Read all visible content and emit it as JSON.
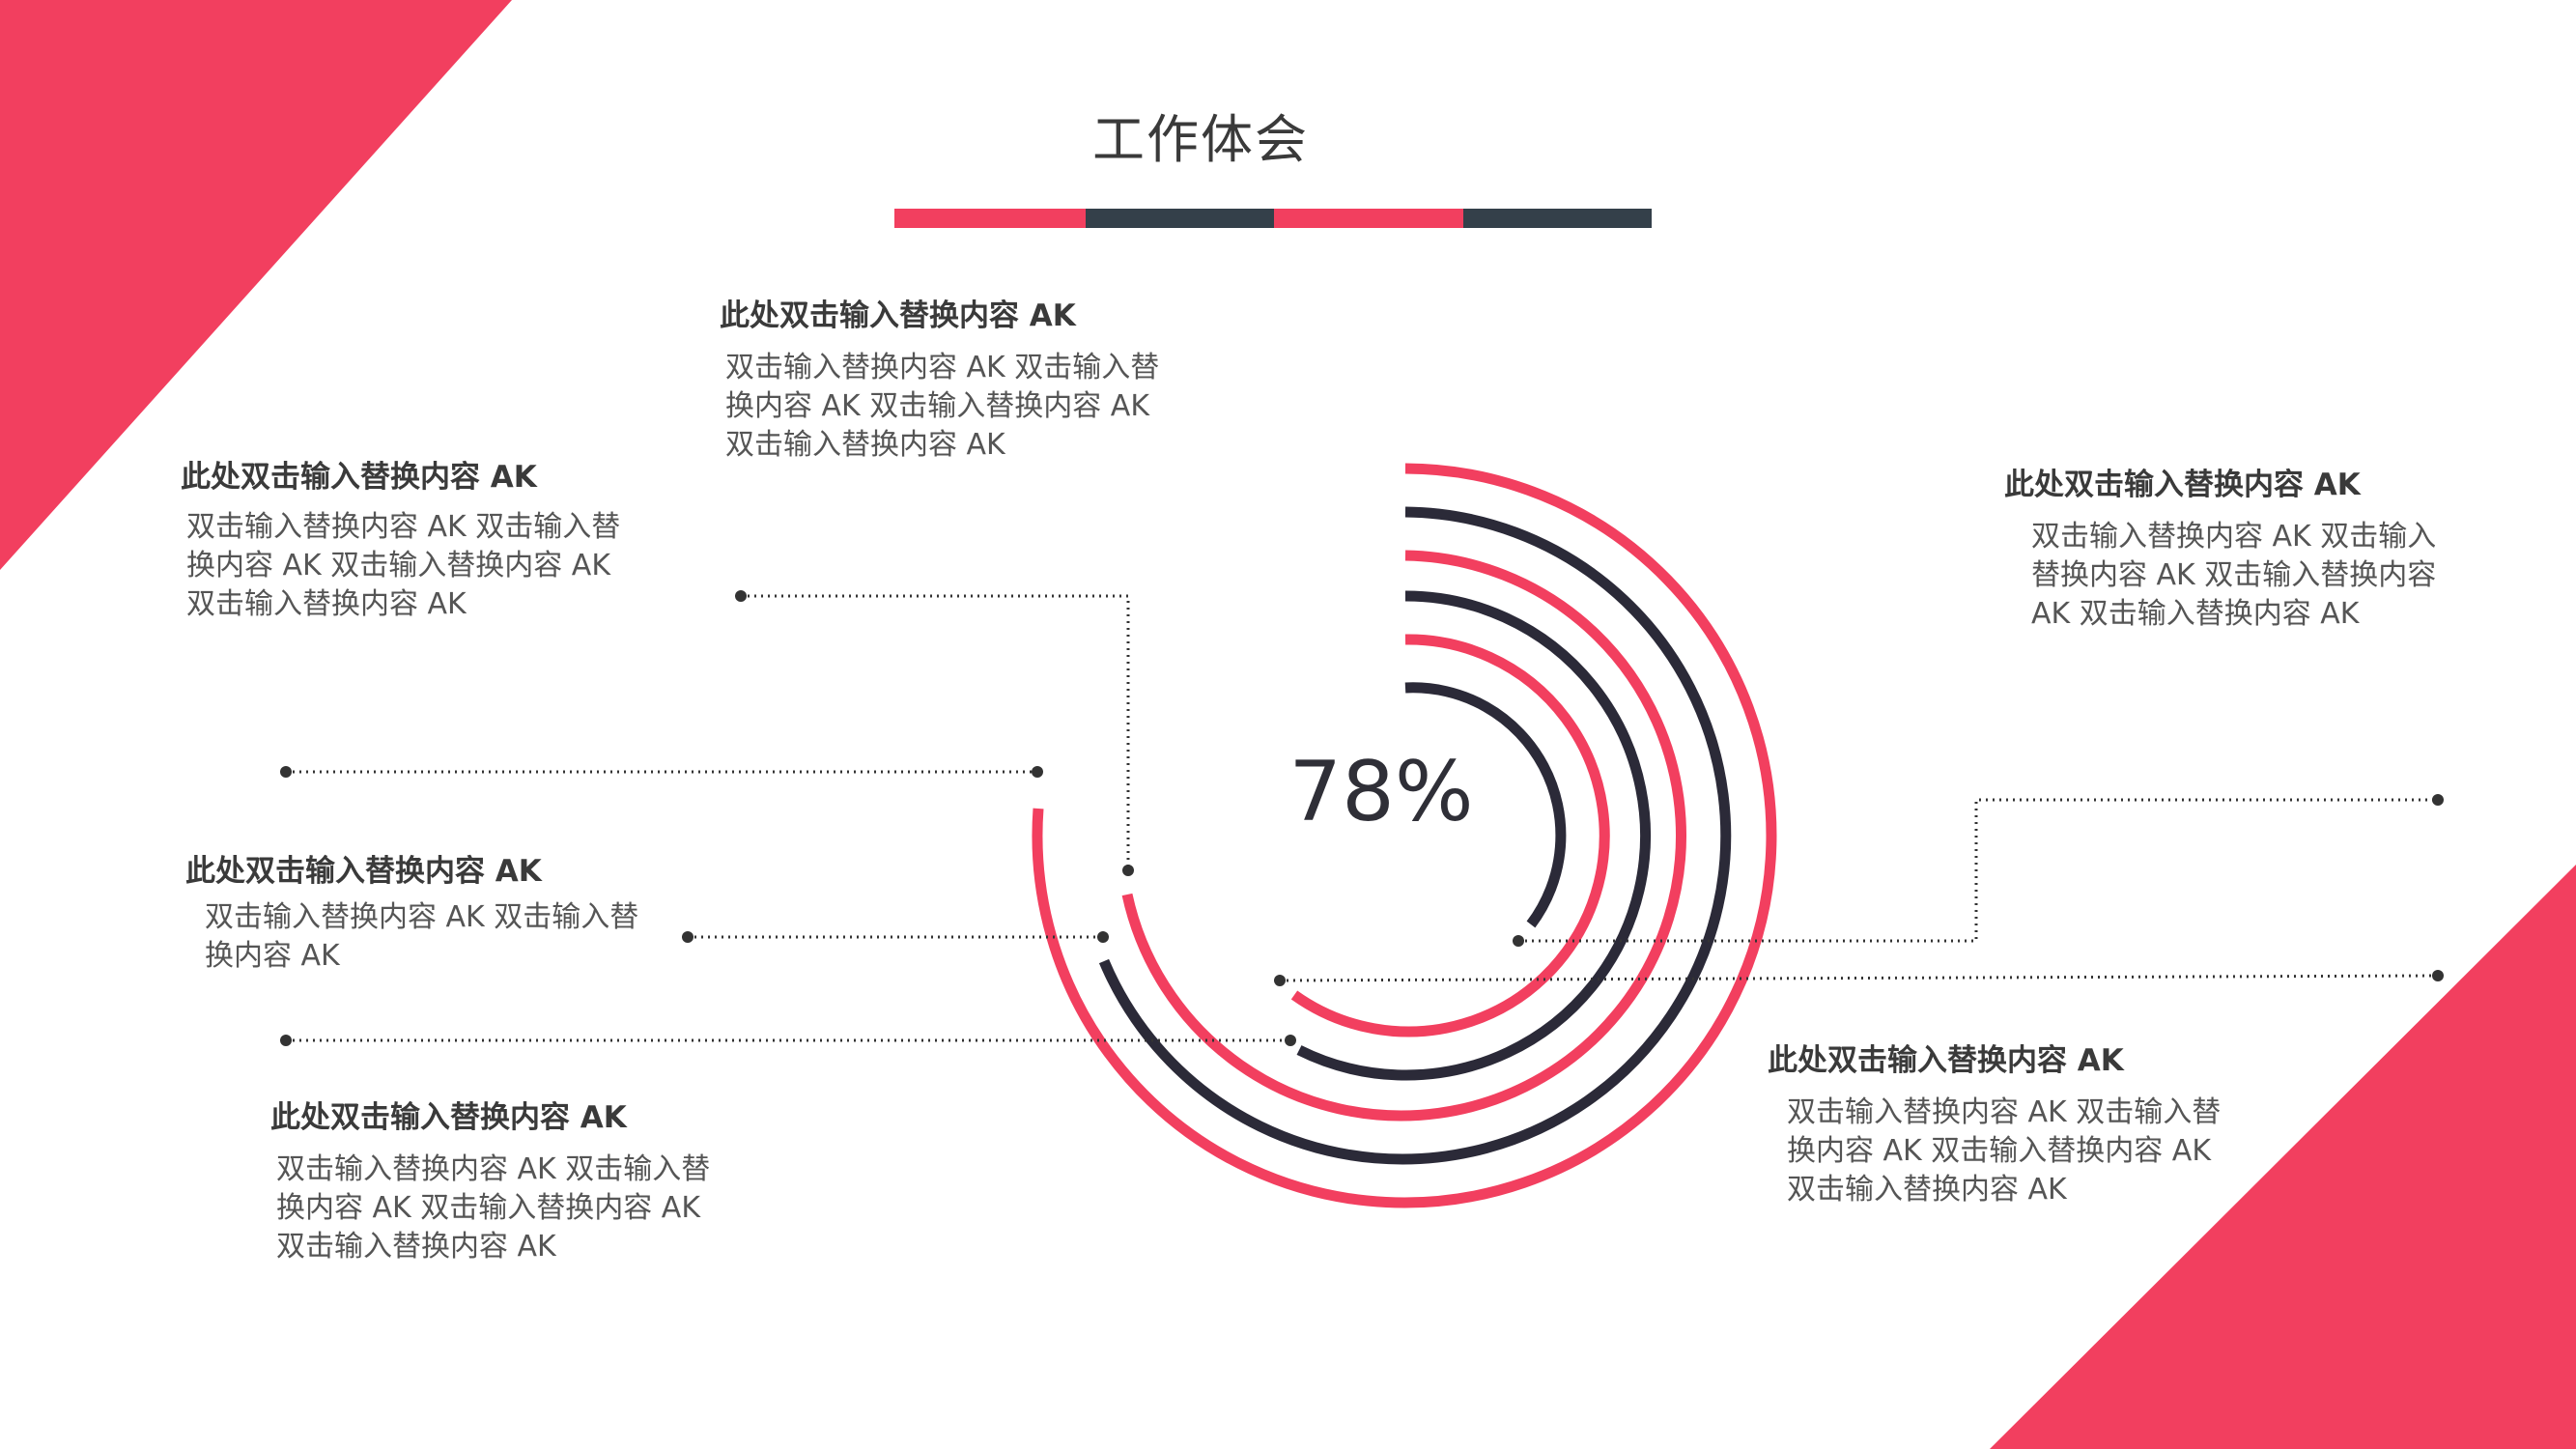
{
  "title": "工作体会",
  "colors": {
    "accent": "#f23f5f",
    "dark": "#34404a",
    "ring_dark": "#2b2a38"
  },
  "center_value": "78%",
  "blocks": [
    {
      "heading": "此处双击输入替换内容 AK",
      "body": "双击输入替换内容 AK 双击输入替换内容 AK 双击输入替换内容 AK 双击输入替换内容 AK"
    },
    {
      "heading": "此处双击输入替换内容 AK",
      "body": "双击输入替换内容 AK 双击输入替换内容 AK 双击输入替换内容 AK 双击输入替换内容 AK"
    },
    {
      "heading": "此处双击输入替换内容 AK",
      "body": "双击输入替换内容 AK 双击输入替换内容 AK"
    },
    {
      "heading": "此处双击输入替换内容 AK",
      "body": "双击输入替换内容 AK 双击输入替换内容 AK 双击输入替换内容 AK 双击输入替换内容 AK"
    },
    {
      "heading": "此处双击输入替换内容 AK",
      "body": "双击输入替换内容 AK 双击输入替换内容 AK 双击输入替换内容 AK 双击输入替换内容 AK"
    },
    {
      "heading": "此处双击输入替换内容 AK",
      "body": "双击输入替换内容 AK 双击输入替换内容 AK 双击输入替换内容 AK 双击输入替换内容 AK"
    }
  ]
}
